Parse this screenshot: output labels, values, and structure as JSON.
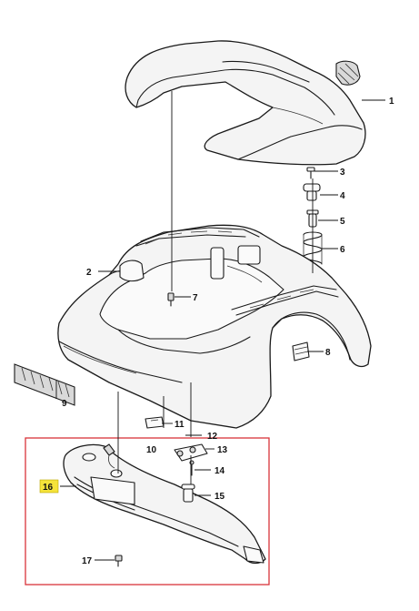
{
  "diagram": {
    "callouts": [
      {
        "id": "1",
        "label": "1"
      },
      {
        "id": "2",
        "label": "2"
      },
      {
        "id": "3",
        "label": "3"
      },
      {
        "id": "4",
        "label": "4"
      },
      {
        "id": "5",
        "label": "5"
      },
      {
        "id": "6",
        "label": "6"
      },
      {
        "id": "7",
        "label": "7"
      },
      {
        "id": "8",
        "label": "8"
      },
      {
        "id": "9",
        "label": "9"
      },
      {
        "id": "10",
        "label": "10"
      },
      {
        "id": "11",
        "label": "11"
      },
      {
        "id": "12",
        "label": "12"
      },
      {
        "id": "13",
        "label": "13"
      },
      {
        "id": "14",
        "label": "14"
      },
      {
        "id": "15",
        "label": "15"
      },
      {
        "id": "16",
        "label": "16"
      },
      {
        "id": "17",
        "label": "17"
      }
    ],
    "highlighted_callout": "16",
    "colors": {
      "highlight_frame": "#d9343a",
      "highlight_label": "#f5e33a",
      "line": "#1a1a1a"
    }
  }
}
